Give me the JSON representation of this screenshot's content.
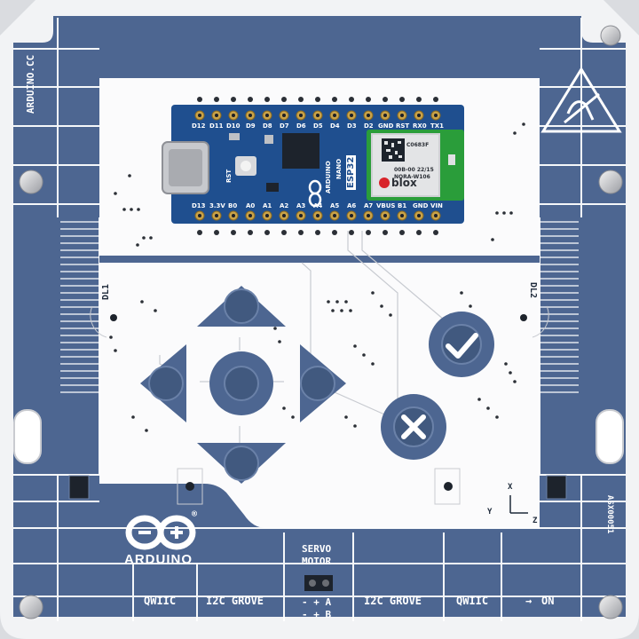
{
  "colors": {
    "board_blue": "#4d6691",
    "line_white": "#ffffff",
    "enclosure": "#f2f3f5",
    "pcb_white": "#fbfbfc",
    "nano_blue": "#1f4f8f",
    "module_green": "#2a9d3a",
    "gold": "#c9a349"
  },
  "board": {
    "website": "ARDUINO.CC",
    "part_number": "ASX00051",
    "brand": "ARDUINO",
    "registered": "®",
    "led_left": "DL1",
    "led_right": "DL2",
    "axis_x": "X",
    "axis_y": "Y",
    "axis_z": "Z"
  },
  "nano": {
    "top_pins": [
      "D12",
      "D11",
      "D10",
      "D9",
      "D8",
      "D7",
      "D6",
      "D5",
      "D4",
      "D3",
      "D2",
      "GND",
      "RST",
      "RX0",
      "TX1"
    ],
    "bottom_pins": [
      "D13",
      "3.3V",
      "B0",
      "A0",
      "A1",
      "A2",
      "A3",
      "A4",
      "A5",
      "A6",
      "A7",
      "VBUS",
      "B1",
      "GND",
      "VIN"
    ],
    "model": "NANO",
    "chip": "ESP32",
    "brand": "ARDUINO",
    "reset": "RST",
    "module_code1": "C0683F",
    "module_code2": "00B-00 22/15",
    "module_code3": "NORA-W106",
    "module_brand": "blox"
  },
  "connectors": {
    "qwiic_left": "QWIIC",
    "grove_left": "I2C GROVE",
    "servo_line1": "SERVO",
    "servo_line2": "MOTOR",
    "servo_row1": "- + A",
    "servo_row2": "- + B",
    "grove_right": "I2C GROVE",
    "qwiic_right": "QWIIC",
    "power_arrow": "→",
    "power_label": "ON"
  },
  "buttons": [
    {
      "name": "up",
      "icon": "triangle-up-icon"
    },
    {
      "name": "down",
      "icon": "triangle-down-icon"
    },
    {
      "name": "left",
      "icon": "triangle-left-icon"
    },
    {
      "name": "right",
      "icon": "triangle-right-icon"
    },
    {
      "name": "center",
      "icon": "circle-icon"
    },
    {
      "name": "confirm",
      "icon": "check-icon"
    },
    {
      "name": "cancel",
      "icon": "x-icon"
    }
  ]
}
